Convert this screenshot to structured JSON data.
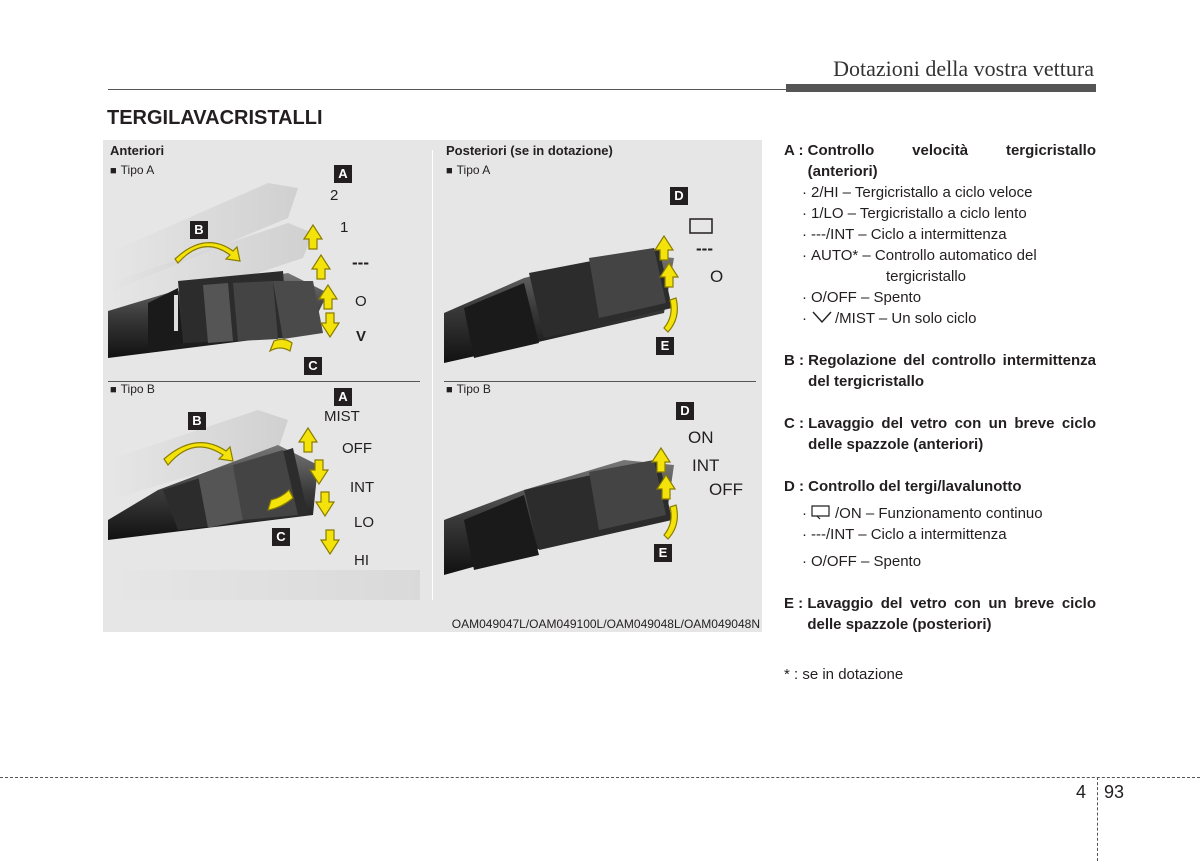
{
  "header": {
    "title": "Dotazioni della vostra vettura"
  },
  "section": {
    "title": "TERGILAVACRISTALLI"
  },
  "figure": {
    "front_title": "Anteriori",
    "rear_title": "Posteriori (se in dotazione)",
    "type_a": "Tipo A",
    "type_b": "Tipo B",
    "code": "OAM049047L/OAM049100L/OAM049048L/OAM049048N",
    "badges": {
      "a": "A",
      "b": "B",
      "c": "C",
      "d": "D",
      "e": "E"
    },
    "front_a_labels": [
      "2",
      "1",
      "---",
      "O",
      "V"
    ],
    "front_b_labels": [
      "MIST",
      "OFF",
      "INT",
      "LO",
      "HI"
    ],
    "rear_a_labels": [
      "---",
      "O"
    ],
    "rear_b_labels": [
      "ON",
      "INT",
      "OFF"
    ],
    "icons": [
      "wiper-switch-icon",
      "arrow-up-icon",
      "arrow-down-icon",
      "curved-arrow-icon"
    ]
  },
  "legend": {
    "a": {
      "key": "A : ",
      "text": "Controllo velocità tergicristallo (anteriori)",
      "items": [
        "2/HI – Tergicristallo a ciclo veloce",
        "1/LO – Tergicristallo a ciclo lento",
        "---/INT – Ciclo a intermittenza",
        "AUTO* – Controllo automatico del"
      ],
      "cont": "tergicristallo",
      "items2": [
        "O/OFF – Spento",
        "/MIST – Un solo ciclo"
      ]
    },
    "b": {
      "key": "B : ",
      "text": "Regolazione del controllo intermittenza del tergicristallo"
    },
    "c": {
      "key": "C : ",
      "text": "Lavaggio del vetro con un breve ciclo delle spazzole (anteriori)"
    },
    "d": {
      "key": "D : ",
      "text": "Controllo del tergi/lavalunotto",
      "items": [
        "/ON – Funzionamento continuo",
        "---/INT – Ciclo a intermittenza",
        "O/OFF – Spento"
      ]
    },
    "e": {
      "key": "E : ",
      "text": "Lavaggio del vetro con un breve ciclo delle spazzole (posteriori)"
    },
    "note": "* : se in dotazione"
  },
  "page": {
    "chapter": "4",
    "number": "93"
  }
}
